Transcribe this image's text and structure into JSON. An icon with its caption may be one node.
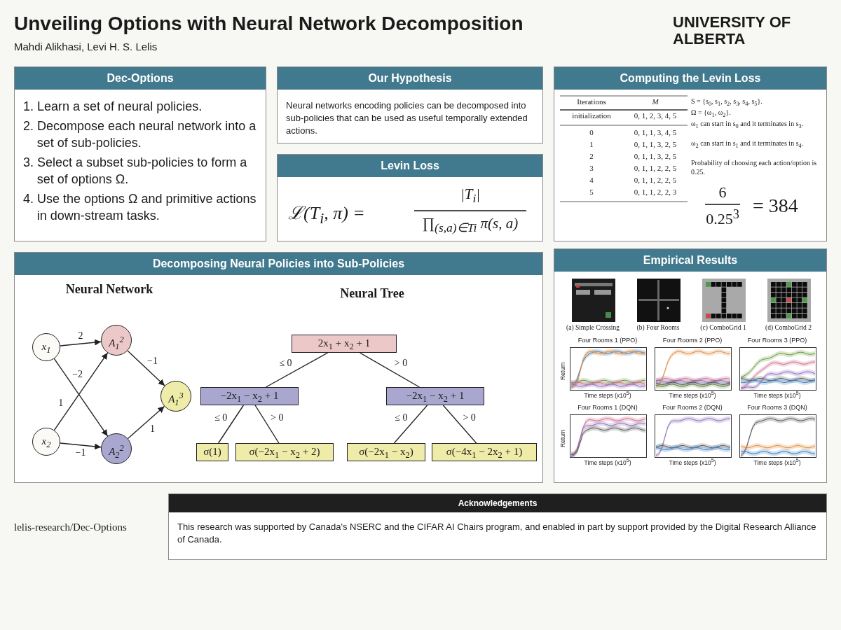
{
  "diagram": {
    "title": "Unveiling Options with Neural Network Decomposition",
    "nodes": [
      {
        "text": [
          "Dec-Options",
          "1. Learn a set of neural policies.",
          "2. Decompose each neural network into a set of sub-policies.",
          "3. Select a subset sub-policies to form a set of options Ω.",
          "4. Use the options Ω and primitive actions in down-stream tasks."
        ]
      },
      {
        "text": [
          "Our Hypothesis",
          "Neural networks encoding policies can be decomposed into sub-policies that can be used as useful temporally extended actions."
        ]
      },
      {
        "text": [
          "Levin Loss",
          "ℒ(T$_{i}$, π) =",
          "|T$_{i}$|",
          "∏$_{(s,a)∈Ti}$ π(s, a)"
        ]
      },
      {
        "text": [
          "Computing the Levin Loss",
          "S = {s$_{0}$, s$_{1}$, s$_{2}$, s$_{3}$, s$_{4}$, s$_{5}$}.",
          "Ω = {ω$_{1}$, ω$_{2}$}.",
          "ω$_{1}$ can start in s$_{0}$ and it terminates in s$_{3}$.",
          "ω$_{2}$ can start in s$_{1}$ and it terminates in s$_{4}$.",
          "Probability of choosing each action/option is 0.25.",
          "6",
          "0.25$^{3}$",
          "= 384"
        ]
      },
      {
        "text": [
          "Empirical Results"
        ]
      },
      {
        "text": [
          "Decomposing Neural Policies into Sub-Policies",
          "Neural Network",
          "Neural Tree"
        ]
      },
      {
        "text": [
          "x$_{1}$"
        ],
        "in": 5
      },
      {
        "text": [
          "x$_{2}$"
        ],
        "in": 5
      },
      {
        "text": [
          "A$_{1}$$^{2}$"
        ],
        "in": 5
      },
      {
        "text": [
          "A$_{2}$$^{2}$"
        ],
        "in": 5
      },
      {
        "text": [
          "A$_{1}$$^{3}$"
        ],
        "in": 5
      },
      {
        "text": [
          "2x$_{1}$ + x$_{2}$ + 1"
        ],
        "in": 5
      },
      {
        "text": [
          "−2x$_{1}$ − x$_{2}$ + 1"
        ],
        "in": 5
      },
      {
        "text": [
          "−2x$_{1}$ − x$_{2}$ + 1"
        ],
        "in": 5
      },
      {
        "text": [
          "σ(1)"
        ],
        "in": 5
      },
      {
        "text": [
          "σ(−2x$_{1}$ − x$_{2}$ + 2)"
        ],
        "in": 5
      },
      {
        "text": [
          "σ(−2x$_{1}$ − x$_{2}$)"
        ],
        "in": 5
      },
      {
        "text": [
          "σ(−4x$_{1}$ − 2x$_{2}$ + 1)"
        ],
        "in": 5
      },
      {
        "text": [
          "Acknowledgements",
          "This research was supported by Canada's NSERC and the CIFAR AI Chairs program, and enabled in part by support provided by the Digital Research Alliance of Canada."
        ]
      }
    ],
    "edges": [
      {
        "from": 6,
        "to": 8,
        "arrow": "to",
        "label": "2"
      },
      {
        "from": 6,
        "to": 9,
        "arrow": "to",
        "label": "−2"
      },
      {
        "from": 7,
        "to": 8,
        "arrow": "to",
        "label": "1"
      },
      {
        "from": 7,
        "to": 9,
        "arrow": "to",
        "label": "−1"
      },
      {
        "from": 8,
        "to": 10,
        "arrow": "to",
        "label": "−1"
      },
      {
        "from": 9,
        "to": 10,
        "arrow": "to",
        "label": "1"
      },
      {
        "from": 11,
        "to": 12,
        "arrow": "none",
        "label": "≤ 0"
      },
      {
        "from": 11,
        "to": 13,
        "arrow": "none",
        "label": "> 0"
      },
      {
        "from": 12,
        "to": 14,
        "arrow": "none",
        "label": "≤ 0"
      },
      {
        "from": 12,
        "to": 15,
        "arrow": "none",
        "label": "> 0"
      },
      {
        "from": 13,
        "to": 16,
        "arrow": "none",
        "label": "≤ 0"
      },
      {
        "from": 13,
        "to": 17,
        "arrow": "none",
        "label": "> 0"
      }
    ],
    "labels": [
      "Mahdi Alikhasi, Levi H. S. Lelis",
      "UNIVERSITY OF ALBERTA",
      "Iterations",
      "M",
      "initialization",
      "0, 1, 2, 3, 4, 5",
      "0",
      "0, 1, 1, 3, 4, 5",
      "1",
      "0, 1, 1, 3, 2, 5",
      "2",
      "0, 1, 1, 3, 2, 5",
      "3",
      "0, 1, 1, 2, 2, 5",
      "4",
      "0, 1, 1, 2, 2, 5",
      "5",
      "0, 1, 1, 2, 2, 3",
      "(a) Simple Crossing",
      "(b) Four Rooms",
      "(c) ComboGrid 1",
      "(d) ComboGrid 2",
      "Four Rooms 1 (PPO)",
      "Four Rooms 2 (PPO)",
      "Four Rooms 3 (PPO)",
      "Four Rooms 1 (DQN)",
      "Four Rooms 2 (DQN)",
      "Four Rooms 3 (DQN)",
      "Time steps (x10$^{5}$)",
      "Time steps (x10$^{5}$)",
      "Time steps (x10$^{5}$)",
      "Time steps (x10$^{5}$)",
      "Time steps (x10$^{5}$)",
      "Time steps (x10$^{5}$)",
      "Return",
      "Return",
      "lelis-research/Dec-Options"
    ]
  }
}
